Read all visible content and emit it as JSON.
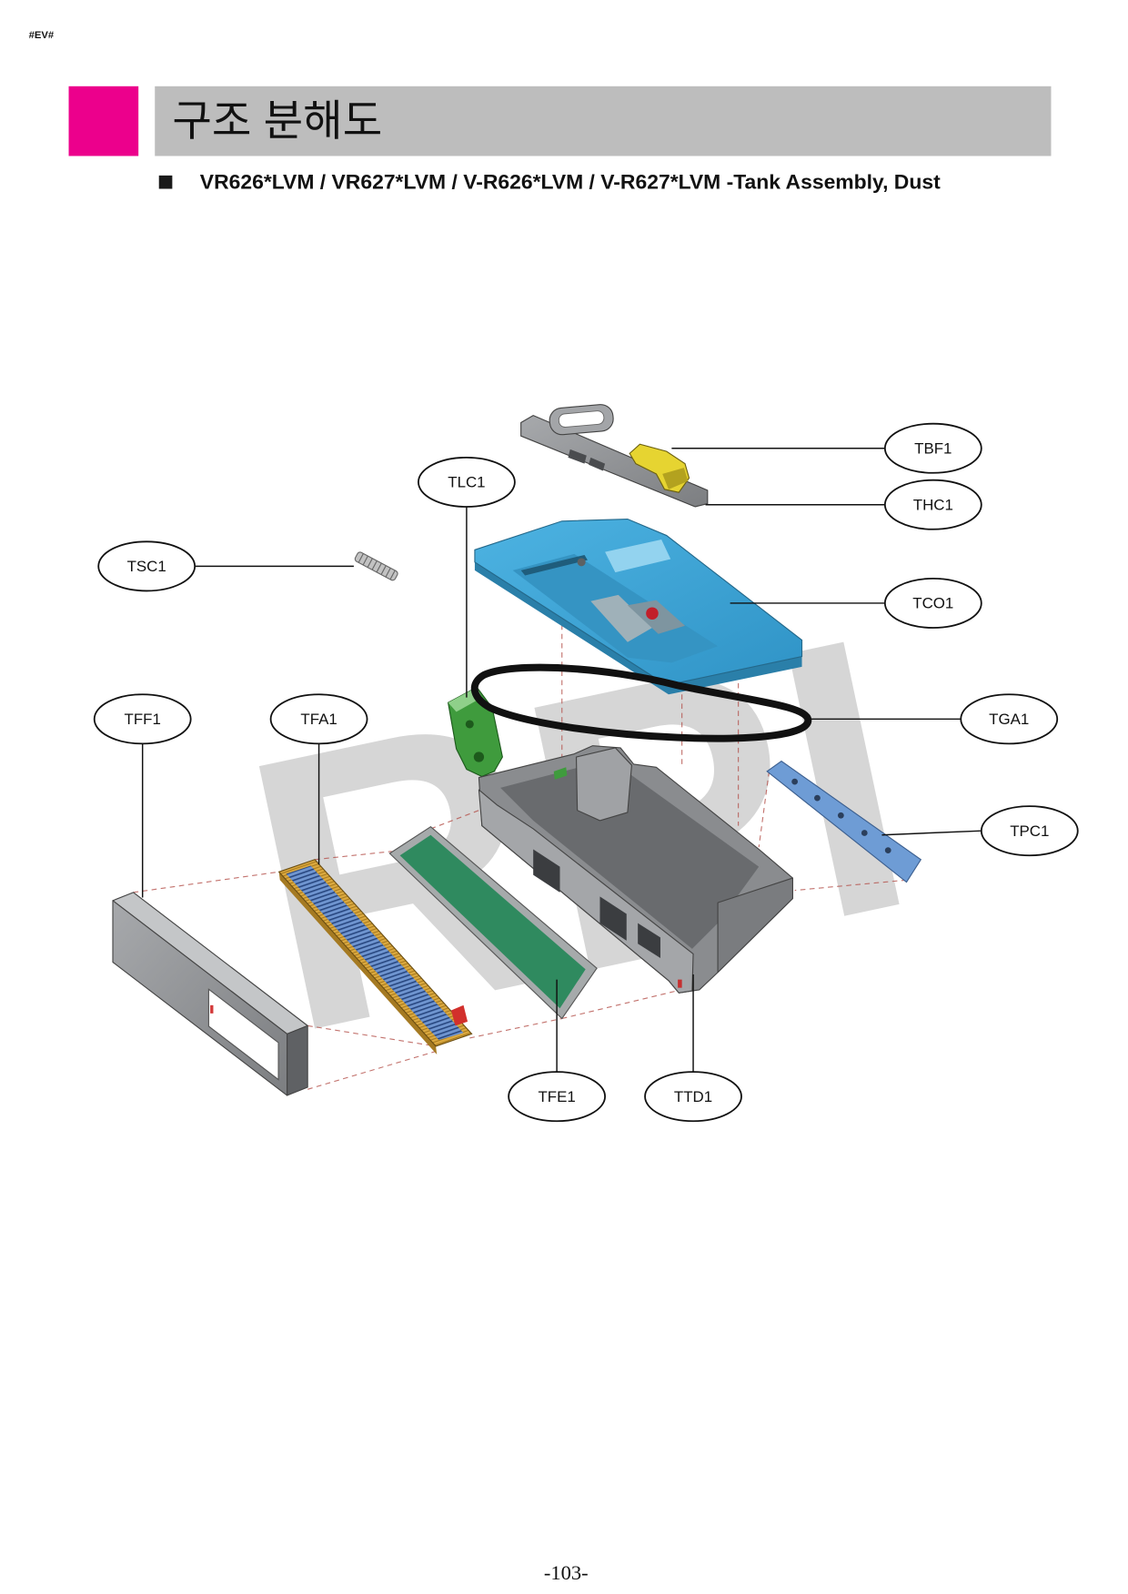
{
  "page_marker": "#EV#",
  "header": {
    "title": "구조 분해도"
  },
  "subtitle": {
    "text": "VR626*LVM / VR627*LVM / V-R626*LVM / V-R627*LVM -Tank Assembly, Dust"
  },
  "diagram": {
    "watermark": "RPI",
    "callouts": [
      "TBF1",
      "THC1",
      "TLC1",
      "TSC1",
      "TCO1",
      "TFF1",
      "TFA1",
      "TGA1",
      "TPC1",
      "TFE1",
      "TTD1"
    ]
  },
  "footer": {
    "page_number": "-103-"
  },
  "colors": {
    "accent": "#ec008c",
    "title_bar": "#bdbdbd",
    "watermark": "#d6d6d6"
  }
}
